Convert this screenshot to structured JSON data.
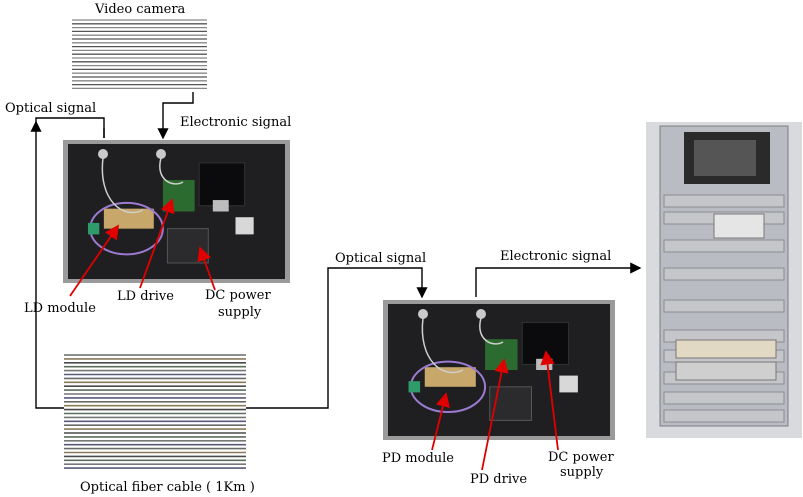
{
  "labels": {
    "video_camera": "Video camera",
    "optical_signal_left": "Optical signal",
    "electronic_signal_left": "Electronic signal",
    "ld_module": "LD module",
    "ld_drive": "LD drive",
    "dc_power_supply_left_line1": "DC power",
    "dc_power_supply_left_line2": "supply",
    "optical_signal_right": "Optical signal",
    "electronic_signal_right": "Electronic signal",
    "pd_module": "PD module",
    "pd_drive": "PD drive",
    "dc_power_supply_right_line1": "DC power",
    "dc_power_supply_right_line2": "supply",
    "optical_fiber_cable": "Optical fiber cable ( 1Km )"
  },
  "colors": {
    "arrow": "#000000",
    "red_pointer": "#e00000",
    "panel_bg": "#1f1f22",
    "panel_border": "#9a9a9a",
    "board_green": "#2c6b2f",
    "board_tan": "#c8a86a",
    "rack_gray": "#b9bcc2",
    "striped_dark": "#3a3a3a"
  }
}
